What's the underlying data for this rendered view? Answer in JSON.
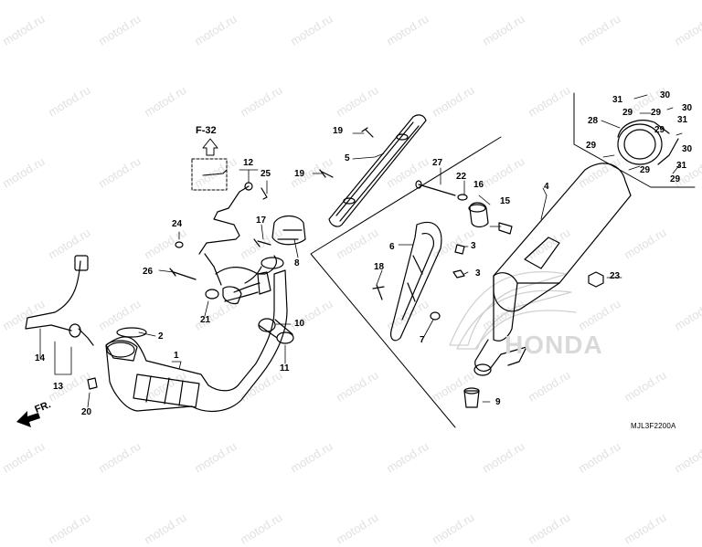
{
  "watermark": {
    "text": "motod.ru"
  },
  "diagram": {
    "reference_label": "F-32",
    "drawing_code": "MJL3F2200A",
    "front_label": "FR.",
    "brand_mark": "HONDA"
  },
  "callouts": [
    "1",
    "2",
    "3",
    "3",
    "4",
    "5",
    "6",
    "7",
    "8",
    "9",
    "10",
    "11",
    "12",
    "13",
    "14",
    "15",
    "16",
    "17",
    "18",
    "19",
    "19",
    "20",
    "21",
    "22",
    "23",
    "24",
    "25",
    "26",
    "27",
    "28",
    "29",
    "29",
    "29",
    "29",
    "29",
    "29",
    "30",
    "30",
    "30",
    "31",
    "31",
    "31"
  ]
}
